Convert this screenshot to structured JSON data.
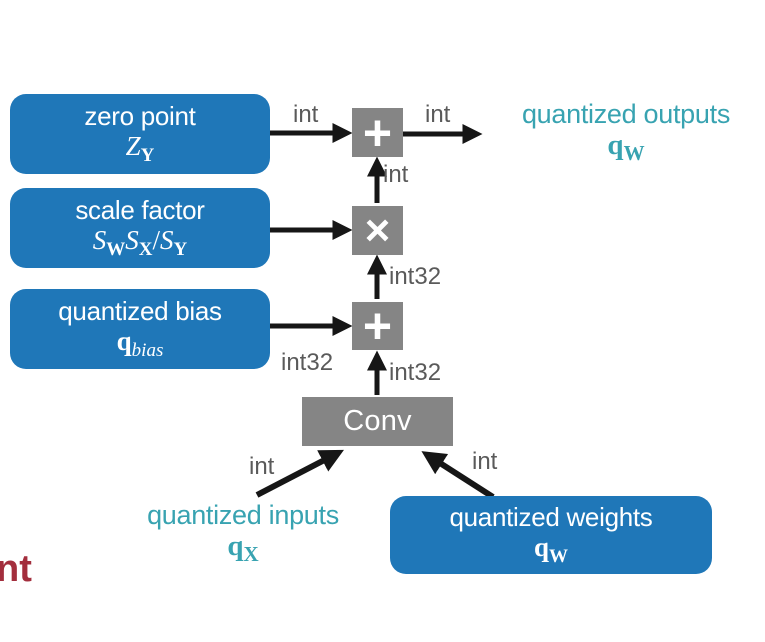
{
  "colors": {
    "block_blue": "#1f77b8",
    "operator_gray": "#858585",
    "edge_label_gray": "#5a5a5a",
    "io_teal": "#38a3b1",
    "fragment_red": "#a32e3d",
    "arrow_black": "#161616"
  },
  "blocks": {
    "zero_point": {
      "label": "zero point",
      "var": "Z",
      "sub": "Y"
    },
    "scale_factor": {
      "label": "scale factor",
      "var1": "S",
      "sub1": "W",
      "var2": "S",
      "sub2": "X",
      "divider": "/",
      "var3": "S",
      "sub3": "Y"
    },
    "quantized_bias": {
      "label": "quantized bias",
      "var": "q",
      "sub": "bias"
    },
    "quantized_weights": {
      "label": "quantized weights",
      "var": "q",
      "sub": "W"
    }
  },
  "operators": {
    "add_top": "+",
    "multiply": "×",
    "add_bottom": "+",
    "conv": "Conv"
  },
  "io_labels": {
    "outputs": {
      "label": "quantized outputs",
      "var": "q",
      "sub": "W"
    },
    "inputs": {
      "label": "quantized inputs",
      "var": "q",
      "sub": "X"
    }
  },
  "edge_labels": {
    "zero_point_to_add": "int",
    "add_to_outputs": "int",
    "multiply_to_add": "int",
    "add_bias_to_multiply": "int32",
    "bias_to_add": "int32",
    "conv_to_add": "int32",
    "inputs_to_conv": "int",
    "weights_to_conv": "int"
  },
  "fragment": {
    "text": "nt"
  }
}
